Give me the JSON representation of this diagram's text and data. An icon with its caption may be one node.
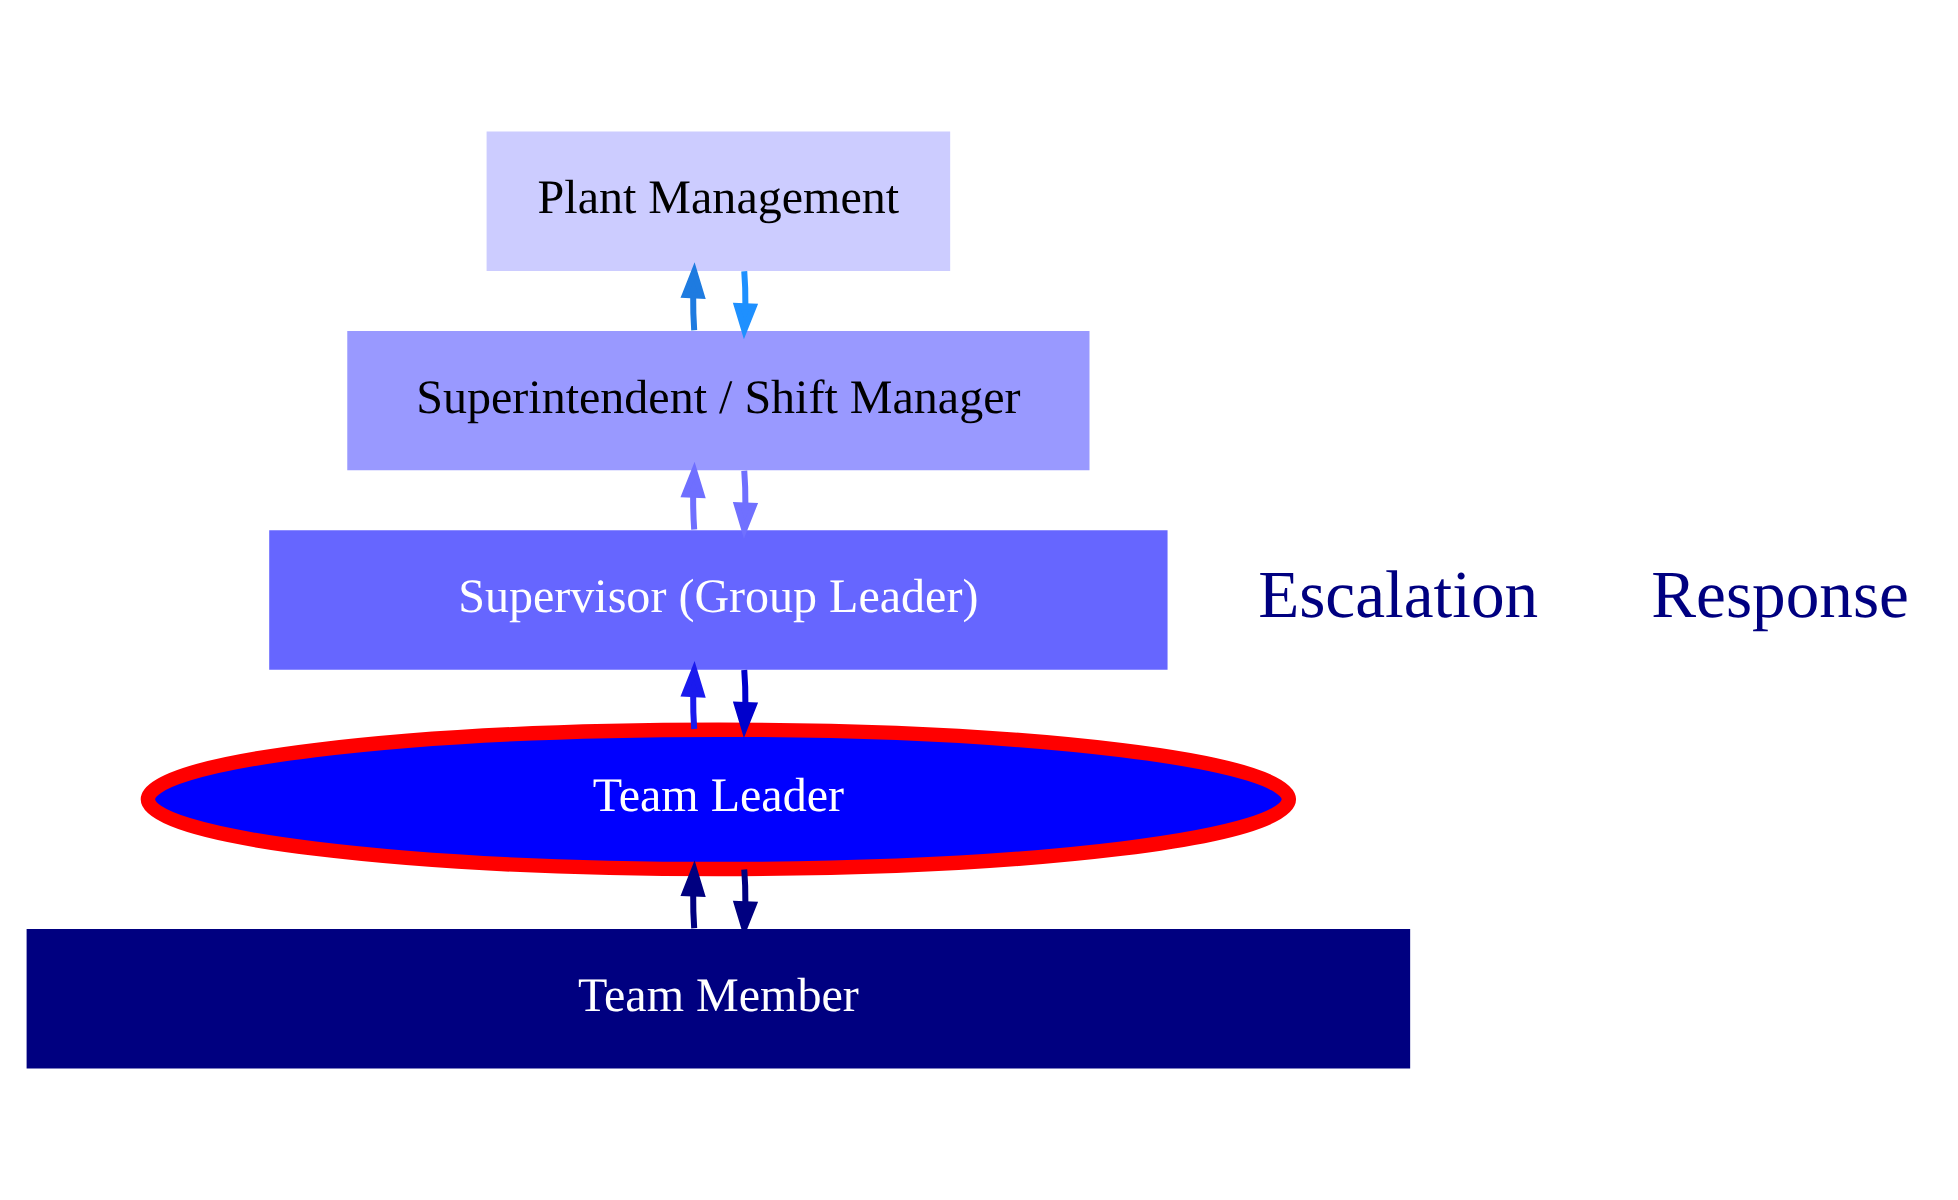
{
  "diagram": {
    "nodes": [
      {
        "text": [
          "Plant Management"
        ]
      },
      {
        "text": [
          "Superintendent / Shift Manager"
        ]
      },
      {
        "text": [
          "Supervisor (Group Leader)"
        ]
      },
      {
        "text": [
          "Team Leader"
        ]
      },
      {
        "text": [
          "Team Member"
        ]
      }
    ],
    "edges": [
      {
        "from": 4,
        "to": 3,
        "arrow": "to",
        "color": "#000080"
      },
      {
        "from": 3,
        "to": 2,
        "arrow": "to",
        "color": "#1a1aee"
      },
      {
        "from": 2,
        "to": 1,
        "arrow": "to",
        "color": "#6f6fff"
      },
      {
        "from": 1,
        "to": 0,
        "arrow": "to",
        "color": "#1e7be0"
      },
      {
        "from": 0,
        "to": 1,
        "arrow": "to",
        "color": "#1e90ff"
      },
      {
        "from": 1,
        "to": 2,
        "arrow": "to",
        "color": "#7070ff"
      },
      {
        "from": 2,
        "to": 3,
        "arrow": "to",
        "color": "#0000cc"
      },
      {
        "from": 3,
        "to": 4,
        "arrow": "to",
        "color": "#000080"
      }
    ],
    "labels": [
      "Escalation",
      "Response"
    ]
  }
}
